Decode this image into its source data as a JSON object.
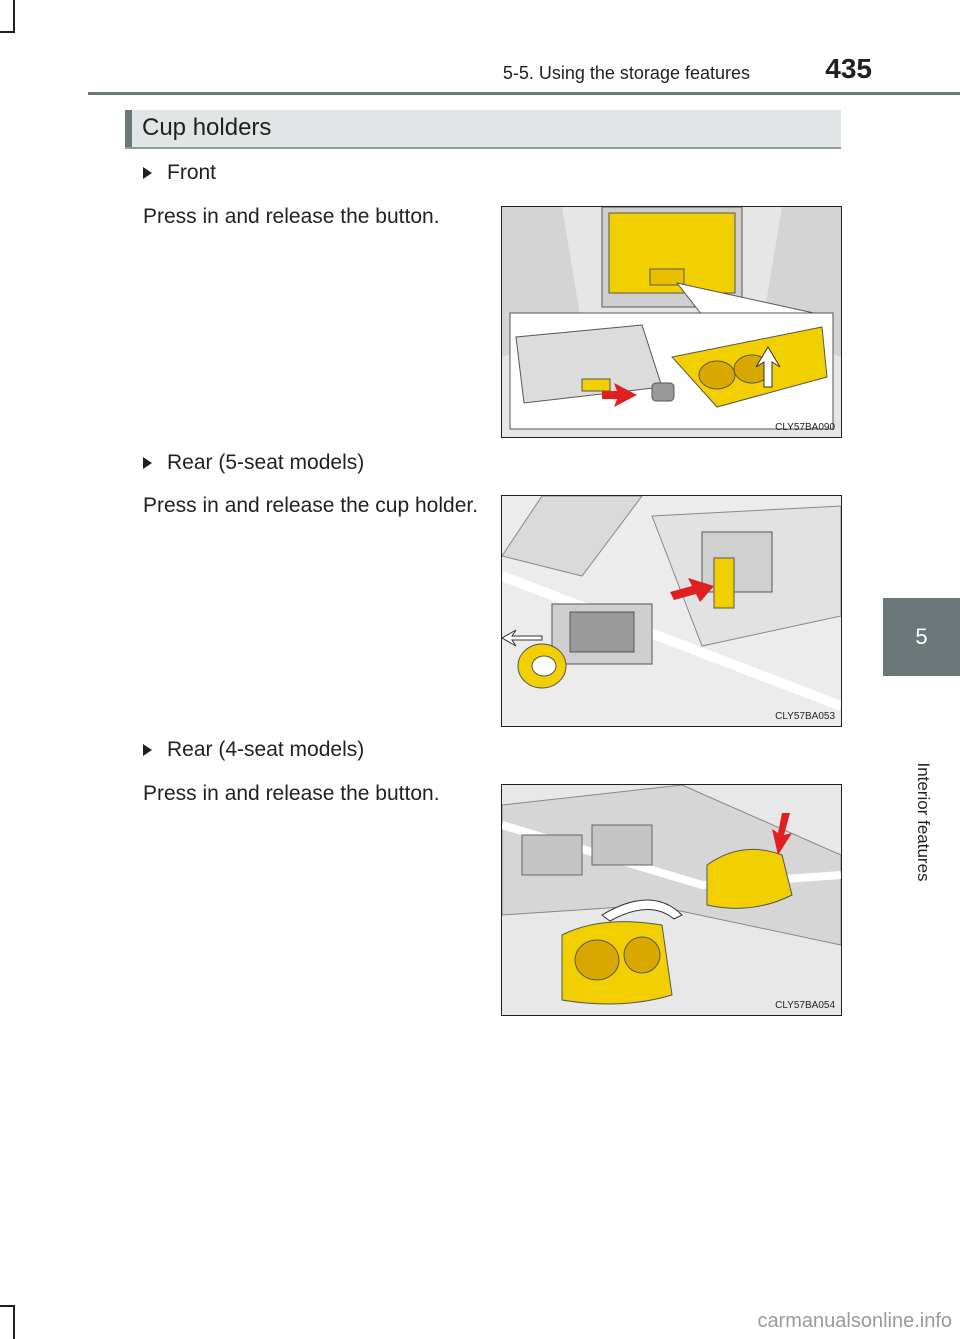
{
  "header": {
    "section": "5-5. Using the storage features",
    "page_number": "435"
  },
  "side_tab": {
    "chapter_number": "5",
    "chapter_title": "Interior features"
  },
  "section": {
    "title": "Cup holders"
  },
  "items": [
    {
      "subheading": "Front",
      "instruction": "Press in and release the button.",
      "figure_code": "CLY57BA090",
      "figure_icon": "front-cup-holder-illustration"
    },
    {
      "subheading": "Rear (5-seat models)",
      "instruction": "Press in and release the cup holder.",
      "figure_code": "CLY57BA053",
      "figure_icon": "rear-5-seat-cup-holder-illustration"
    },
    {
      "subheading": "Rear (4-seat models)",
      "instruction": "Press in and release the button.",
      "figure_code": "CLY57BA054",
      "figure_icon": "rear-4-seat-cup-holder-illustration"
    }
  ],
  "colors": {
    "highlight_yellow": "#f2cf00",
    "arrow_red": "#e02020",
    "tab_gray": "#6b7778"
  },
  "watermark": "carmanualsonline.info"
}
